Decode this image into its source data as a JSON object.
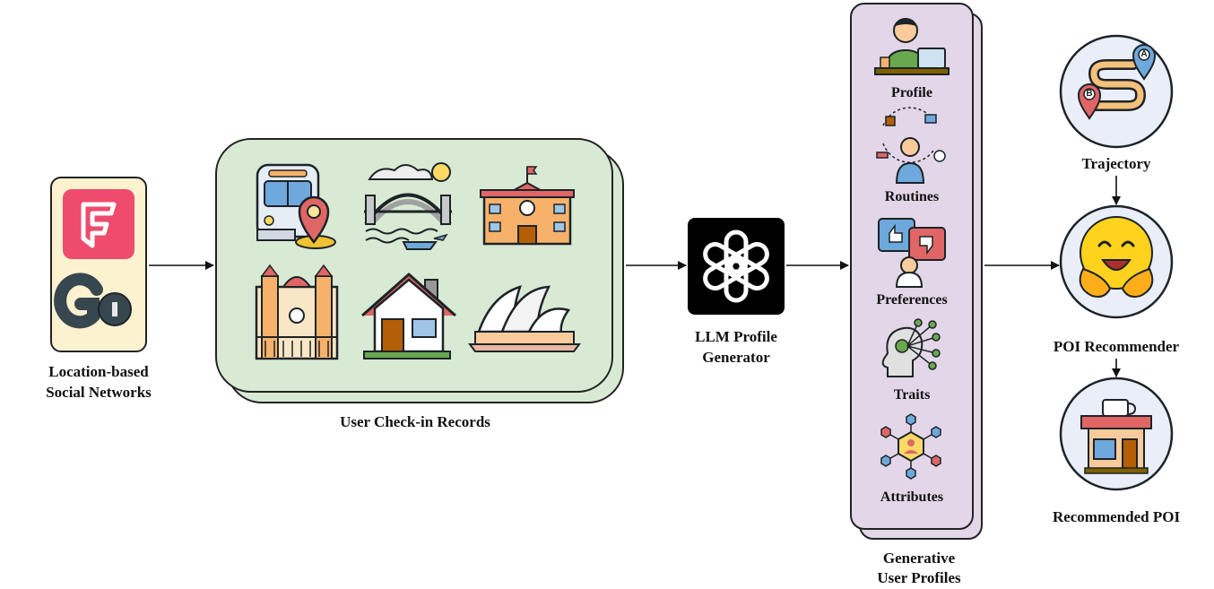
{
  "labels": {
    "lbsn_line1": "Location-based",
    "lbsn_line2": "Social Networks",
    "checkin": "User Check-in Records",
    "llm_line1": "LLM Profile",
    "llm_line2": "Generator",
    "profiles_line1": "Generative",
    "profiles_line2": "User Profiles",
    "profile_items": [
      "Profile",
      "Routines",
      "Preferences",
      "Traits",
      "Attributes"
    ],
    "trajectory": "Trajectory",
    "recommender": "POI Recommender",
    "recommended": "Recommended POI",
    "traj_point_a": "A",
    "traj_point_b": "B"
  },
  "colors": {
    "lbsn_bg": "#fdf2cf",
    "checkin_bg": "#d8ead3",
    "profiles_bg": "#e3d6e8",
    "llm_bg": "#000000",
    "circle_bg": "#e9eef8",
    "foursquare": "#ef4b6c",
    "gowalla": "#37474f"
  },
  "icons": {
    "lbsn": [
      "foursquare-logo-icon",
      "gowalla-logo-icon"
    ],
    "checkins": [
      "train-station-icon",
      "harbour-bridge-icon",
      "school-icon",
      "cathedral-icon",
      "house-icon",
      "opera-house-icon"
    ],
    "llm": "openai-logo-icon",
    "profile": [
      "person-laptop-icon",
      "daily-routine-icon",
      "like-dislike-icon",
      "head-network-icon",
      "hexagon-attributes-icon"
    ],
    "trajectory": "trajectory-path-icon",
    "recommender": "hugging-face-icon",
    "recommended": "cafe-store-icon"
  }
}
